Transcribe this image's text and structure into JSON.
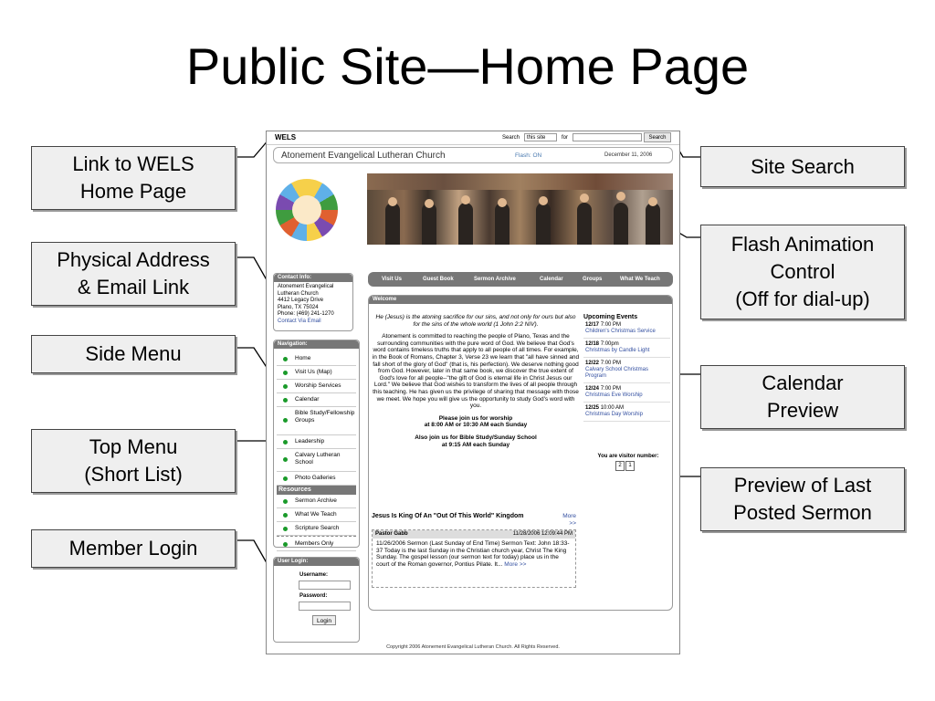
{
  "slide": {
    "title": "Public Site—Home Page"
  },
  "callouts": {
    "wels_link": "Link to WELS\nHome Page",
    "address": "Physical Address\n& Email Link",
    "side_menu": "Side Menu",
    "top_menu": "Top Menu\n(Short List)",
    "member_login": "Member Login",
    "site_search": "Site Search",
    "flash_control": "Flash Animation\nControl\n(Off for dial-up)",
    "calendar": "Calendar\nPreview",
    "sermon_preview": "Preview of Last\nPosted Sermon"
  },
  "site": {
    "wels": "WELS",
    "search": {
      "label": "Search",
      "scope": "this site",
      "for_label": "for",
      "button": "Search"
    },
    "header": {
      "church_name": "Atonement Evangelical Lutheran Church",
      "flash": "Flash: ON",
      "date": "December 11, 2006"
    },
    "contact": {
      "title": "Contact Info:",
      "lines": [
        "Atonement Evangelical",
        "Lutheran Church",
        "4412 Legacy Drive",
        "Plano, TX 75024",
        "Phone: (469) 241-1270"
      ],
      "email": "Contact Via Email"
    },
    "nav": {
      "title": "Navigation:",
      "items": [
        "Home",
        "Visit Us (Map)",
        "Worship Services",
        "Calendar",
        "Bible Study/Fellowship Groups",
        "Leadership",
        "Calvary Lutheran School",
        "Photo Galleries"
      ],
      "resources_title": "Resources",
      "resources": [
        "Sermon Archive",
        "What We Teach",
        "Scripture Search"
      ],
      "members": "Members Only"
    },
    "login": {
      "title": "User Login:",
      "username": "Username:",
      "password": "Password:",
      "button": "Login"
    },
    "topmenu": [
      "Visit Us",
      "Guest Book",
      "Sermon Archive",
      "Calendar",
      "Groups",
      "What We Teach"
    ],
    "welcome": {
      "title": "Welcome",
      "verse": "He (Jesus) is the atoning sacrifice for our sins, and not only for ours but also for the sins of the whole world (1 John 2:2 NIV).",
      "body": "Atonement is committed to reaching the people of Plano, Texas and the surrounding communities with the pure word of God. We believe that God's word contains timeless truths that apply to all people of all times. For example, in the Book of Romans, Chapter 3, Verse 23 we learn that \"all have sinned and fall short of the glory of God\" (that is, his perfection). We deserve nothing good from God. However, later in that same book, we discover the true extent of God's love for all people--\"the gift of God is eternal life in Christ Jesus our Lord.\" We believe that God wishes to transform the lives of all people through this teaching. He has given us the privilege of sharing that message with those we meet. We hope you will give us the opportunity to study God's word with you.",
      "worship_1": "Please join us for worship",
      "worship_2": "at 8:00 AM or 10:30 AM each Sunday",
      "bible_1": "Also join us for Bible Study/Sunday School",
      "bible_2": "at 9:15 AM each Sunday"
    },
    "events": {
      "title": "Upcoming Events",
      "items": [
        {
          "date": "12/17",
          "time": "7:00 PM",
          "title": "Children's Christmas Service"
        },
        {
          "date": "12/18",
          "time": "7:00pm",
          "title": "Christmas by Candle Light"
        },
        {
          "date": "12/22",
          "time": "7:00 PM",
          "title": "Calvary School Christmas Program"
        },
        {
          "date": "12/24",
          "time": "7:00 PM",
          "title": "Christmas Eve Worship"
        },
        {
          "date": "12/25",
          "time": "10:00 AM",
          "title": "Christmas Day Worship"
        }
      ]
    },
    "visitor": {
      "label": "You are visitor number:",
      "digits": [
        "2",
        "1"
      ]
    },
    "sermon": {
      "title": "Jesus Is King Of An \"Out Of This World\" Kingdom",
      "more": "More >>",
      "author": "Pastor Gabb",
      "date": "11/28/2006 12:09:44 PM",
      "body": "11/26/2006 Sermon (Last Sunday of End Time) Sermon Text: John 18:33-37 Today is the last Sunday in the Christian church year, Christ The King Sunday. The gospel lesson (our sermon text for today) place us in the court of the Roman governor, Pontius Pilate. It...",
      "body_more": "More >>"
    },
    "footer": "Copyright 2006 Atonement Evangelical Lutheran Church. All Rights Reserved."
  }
}
